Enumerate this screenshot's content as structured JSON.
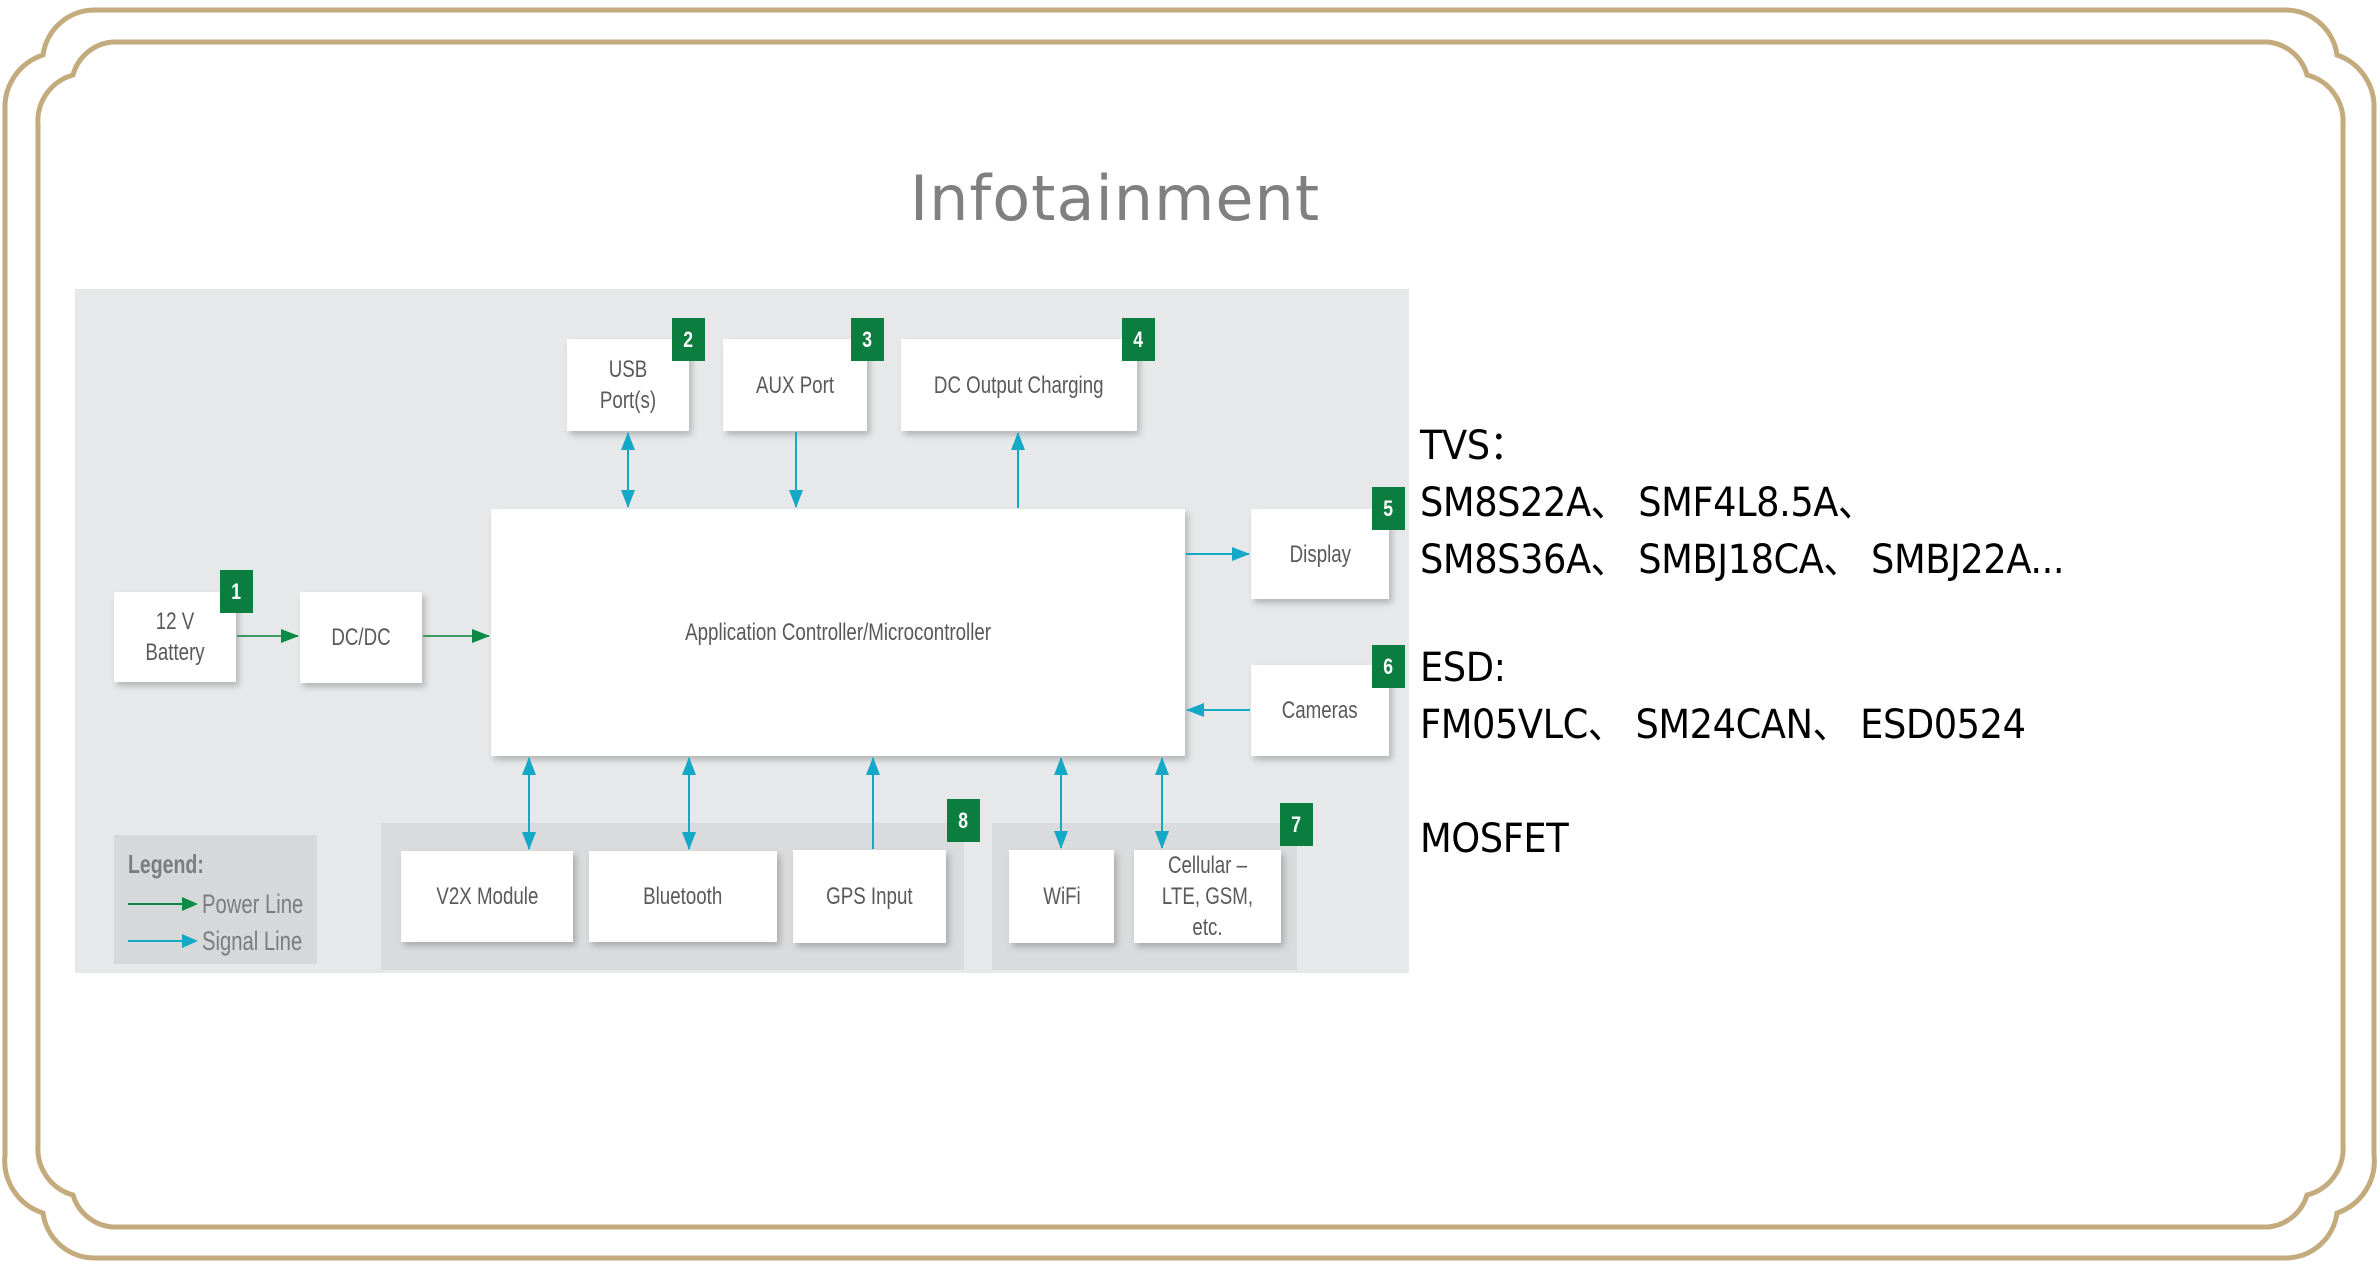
{
  "title": "Infotainment",
  "diagram": {
    "blocks": {
      "battery": "12 V\nBattery",
      "dcdc": "DC/DC",
      "controller": "Application Controller/Microcontroller",
      "usb": "USB\nPort(s)",
      "aux": "AUX Port",
      "dc_output": "DC Output Charging",
      "display": "Display",
      "cameras": "Cameras",
      "v2x": "V2X Module",
      "bluetooth": "Bluetooth",
      "gps": "GPS Input",
      "wifi": "WiFi",
      "cellular": "Cellular –\nLTE, GSM, etc."
    },
    "badges": {
      "battery": "1",
      "usb": "2",
      "aux": "3",
      "dc_output": "4",
      "display": "5",
      "cameras": "6",
      "cellular_group": "7",
      "wireless_group": "8"
    },
    "connections": [
      {
        "from": "battery",
        "to": "dcdc",
        "type": "power",
        "direction": "forward"
      },
      {
        "from": "dcdc",
        "to": "controller",
        "type": "power",
        "direction": "forward"
      },
      {
        "from": "usb",
        "to": "controller",
        "type": "signal",
        "direction": "bidirectional"
      },
      {
        "from": "aux",
        "to": "controller",
        "type": "signal",
        "direction": "forward"
      },
      {
        "from": "controller",
        "to": "dc_output",
        "type": "signal",
        "direction": "forward"
      },
      {
        "from": "controller",
        "to": "display",
        "type": "signal",
        "direction": "forward"
      },
      {
        "from": "cameras",
        "to": "controller",
        "type": "signal",
        "direction": "forward"
      },
      {
        "from": "v2x",
        "to": "controller",
        "type": "signal",
        "direction": "bidirectional"
      },
      {
        "from": "bluetooth",
        "to": "controller",
        "type": "signal",
        "direction": "bidirectional"
      },
      {
        "from": "gps",
        "to": "controller",
        "type": "signal",
        "direction": "forward"
      },
      {
        "from": "wifi",
        "to": "controller",
        "type": "signal",
        "direction": "bidirectional"
      },
      {
        "from": "cellular",
        "to": "controller",
        "type": "signal",
        "direction": "bidirectional"
      }
    ],
    "legend": {
      "title": "Legend:",
      "power_label": "Power Line",
      "signal_label": "Signal Line"
    },
    "colors": {
      "power": "#0b8a45",
      "signal": "#14a8c7",
      "badge": "#0b7d3e",
      "frame": "#c3ab7d"
    }
  },
  "notes": {
    "tvs_heading": "TVS：",
    "tvs_line1": "SM8S22A、 SMF4L8.5A、",
    "tvs_line2": "SM8S36A、 SMBJ18CA、 SMBJ22A...",
    "esd_heading": "ESD:",
    "esd_line1": "FM05VLC、 SM24CAN、 ESD0524",
    "mosfet_heading": "MOSFET"
  }
}
